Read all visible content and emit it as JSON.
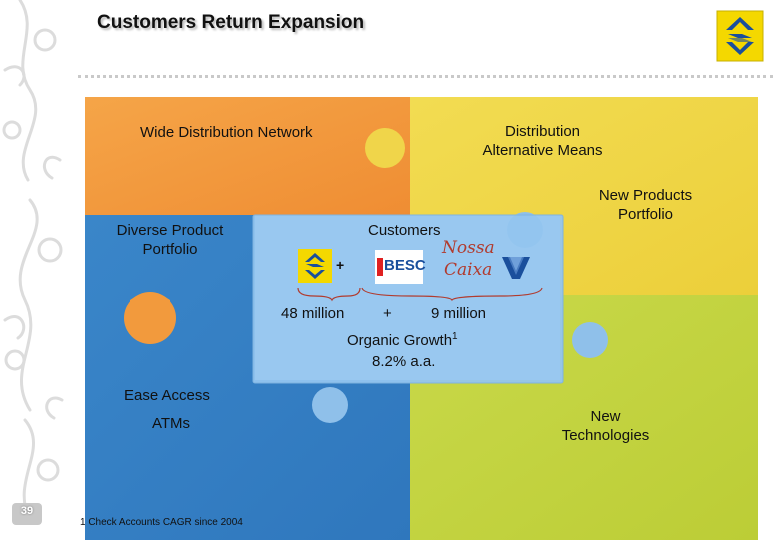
{
  "header": {
    "title": "Customers Return Expansion"
  },
  "puzzle": {
    "top_left": {
      "label": "Wide Distribution Network"
    },
    "top_right": {
      "label": "Distribution Alternative Means"
    },
    "middle_left": {
      "label": "Diverse Product Portfolio"
    },
    "middle_right": {
      "label": "New Products Portfolio"
    },
    "bottom_left": {
      "label_1": "Ease Access",
      "label_2": "ATMs"
    },
    "bottom_right": {
      "label": "New Technologies"
    }
  },
  "center": {
    "title": "Customers",
    "plus_1": "+",
    "brand_besc": "BESC",
    "brand_nossa_1": "Nossa",
    "brand_nossa_2": "Caixa",
    "count_left": "48 million",
    "plus_2": "+",
    "count_right": "9 million",
    "growth_label": "Organic Growth",
    "growth_footnote": "1",
    "growth_value": "8.2% a.a."
  },
  "footer": {
    "note": "1 Check Accounts CAGR since 2004",
    "page": "39"
  },
  "colors": {
    "orange": "#f39a3e",
    "yellow": "#f0d84a",
    "blue": "#3f8fd2",
    "green": "#c6d544",
    "center_blue": "#94c5ef",
    "brand_yellow": "#f4d800",
    "brand_blue": "#1a4f9c",
    "bracket": "#b13b2e"
  },
  "icons": [
    "ornament-icon",
    "banco-logo-icon",
    "besc-logo-icon",
    "v-logo-icon"
  ]
}
